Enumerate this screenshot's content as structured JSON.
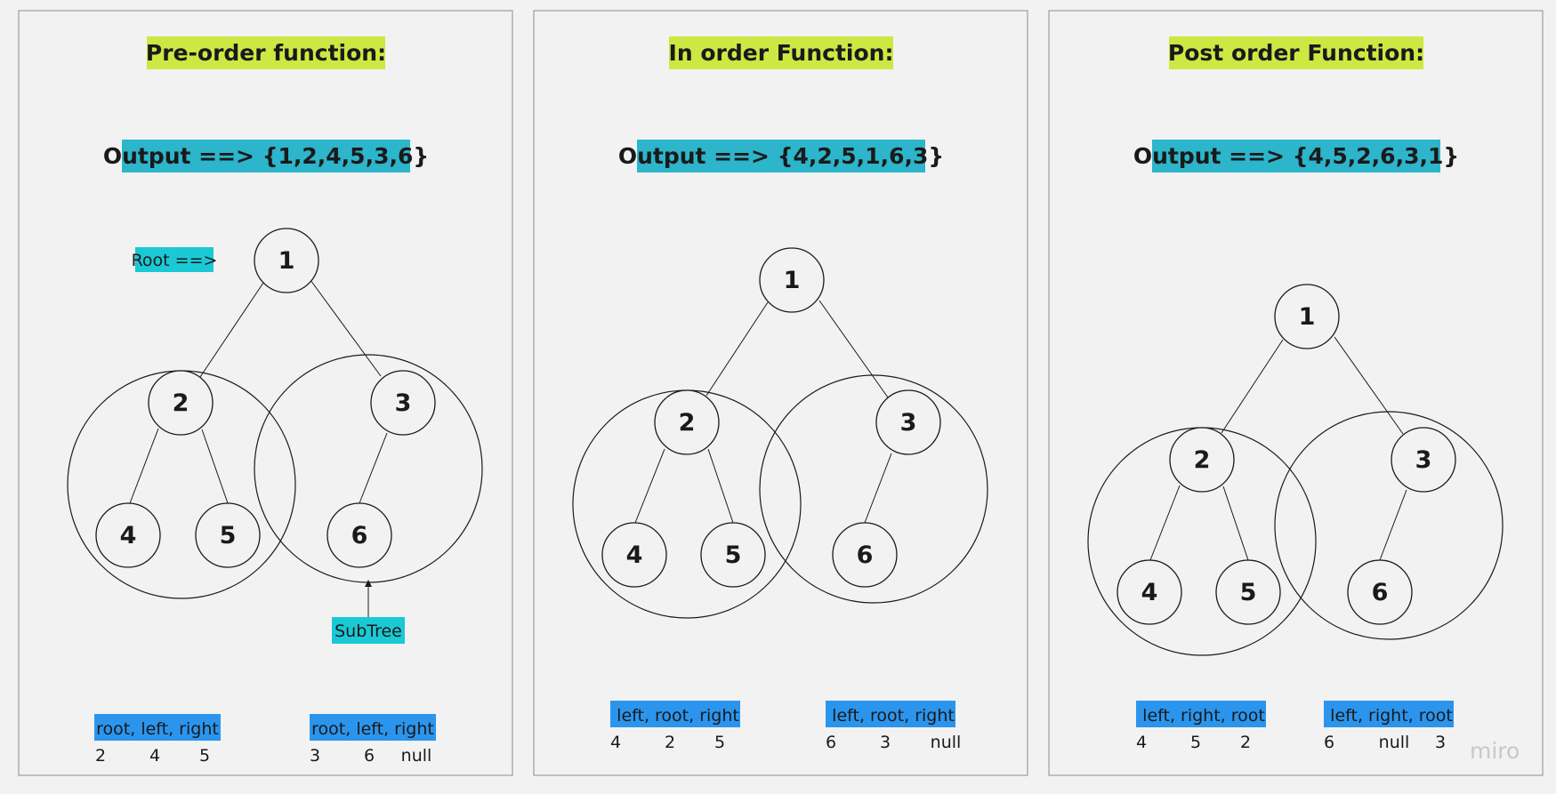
{
  "panels": [
    {
      "title": "Pre-order function:",
      "output": "Output ==> {1,2,4,5,3,6}",
      "root_label": "Root ==>",
      "subtree_label": "SubTree",
      "nodes": [
        "1",
        "2",
        "3",
        "4",
        "5",
        "6"
      ],
      "left_order": {
        "label": "root, left, right",
        "values": [
          "2",
          "4",
          "5"
        ]
      },
      "right_order": {
        "label": "root, left, right",
        "values": [
          "3",
          "6",
          "null"
        ]
      }
    },
    {
      "title": "In order Function:",
      "output": "Output ==> {4,2,5,1,6,3}",
      "nodes": [
        "1",
        "2",
        "3",
        "4",
        "5",
        "6"
      ],
      "left_order": {
        "label": " left, root, right",
        "values": [
          "4",
          "2",
          "5"
        ]
      },
      "right_order": {
        "label": " left, root, right",
        "values": [
          "6",
          "3",
          "null"
        ]
      }
    },
    {
      "title": "Post order Function:",
      "output": "Output ==> {4,5,2,6,3,1}",
      "nodes": [
        "1",
        "2",
        "3",
        "4",
        "5",
        "6"
      ],
      "left_order": {
        "label": " left, right, root",
        "values": [
          "4",
          "5",
          "2"
        ]
      },
      "right_order": {
        "label": " left, right, root",
        "values": [
          "6",
          "null",
          "3"
        ]
      }
    }
  ],
  "watermark": "miro",
  "colors": {
    "title_highlight": "#cde842",
    "output_highlight": "#2cb5cb",
    "tag_highlight": "#1ac9d4",
    "order_highlight": "#2b95ee",
    "background": "#f2f2f2",
    "frame_border": "#8c8c8c",
    "text": "#1a1a1a"
  }
}
